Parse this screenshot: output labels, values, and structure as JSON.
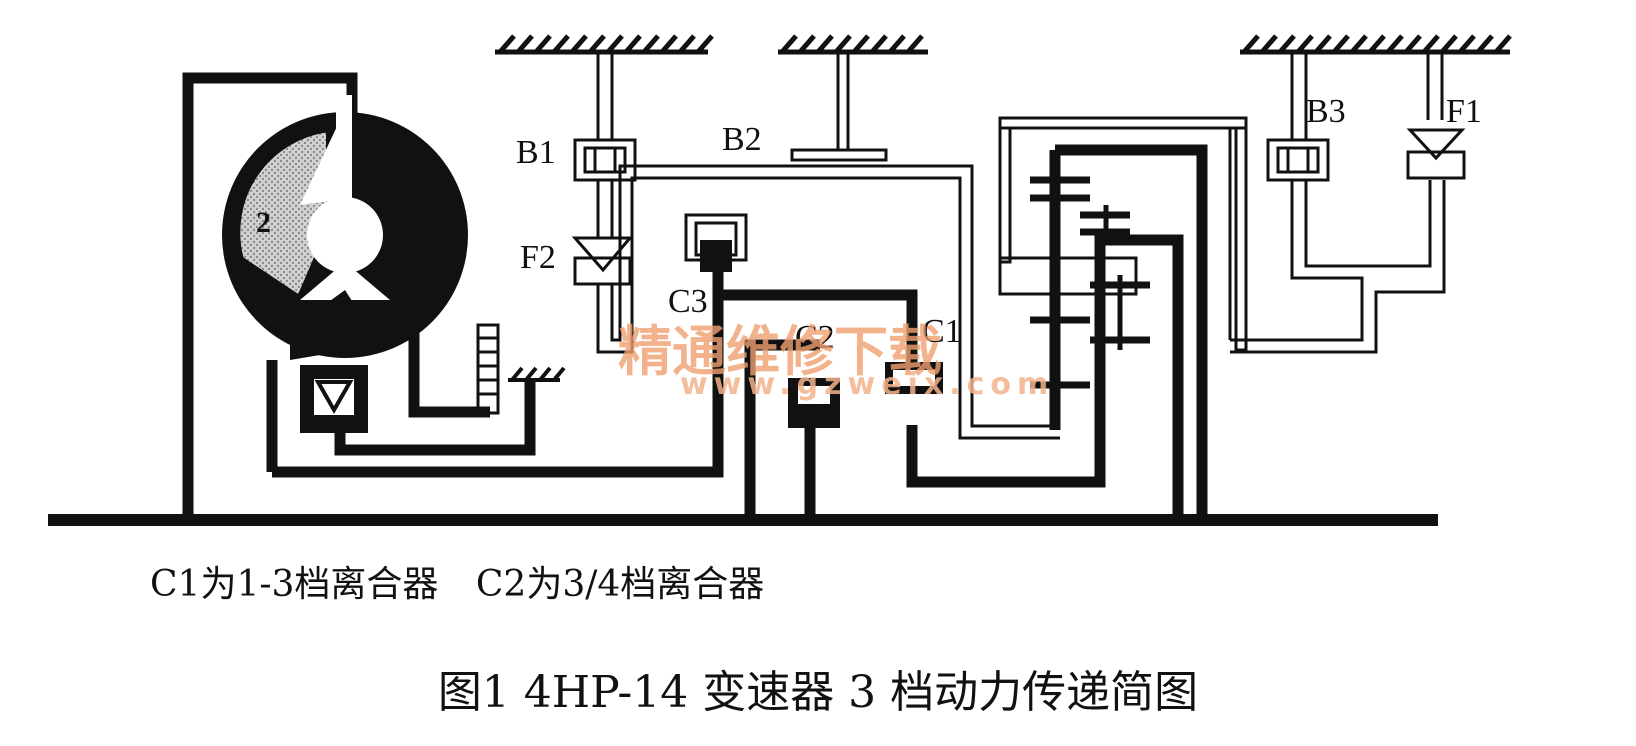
{
  "labels": {
    "num2": "2",
    "b1": "B1",
    "b2": "B2",
    "b3": "B3",
    "f1": "F1",
    "f2": "F2",
    "c1": "C1",
    "c2": "C2",
    "c3": "C3"
  },
  "notes": {
    "c1_desc": "C1为1-3档离合器",
    "c2_desc": "C2为3/4档离合器"
  },
  "caption": "图1   4HP-14 变速器 3 档动力传递简图",
  "watermark": {
    "cn": "精通维修下载",
    "url": "www.gzweix.com"
  },
  "colors": {
    "ink": "#111111",
    "pump_shade": "#c8c8c8",
    "watermark": "#f0a070"
  }
}
